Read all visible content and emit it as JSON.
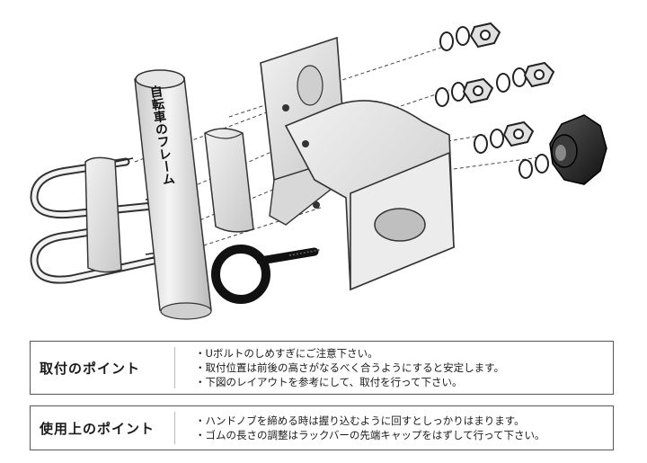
{
  "diagram": {
    "frame_label": "自転車のフレーム"
  },
  "install_points": {
    "title": "取付のポイント",
    "items": [
      "Uボルトのしめすぎにご注意下さい。",
      "取付位置は前後の高さがなるべく合うようにすると安定します。",
      "下図のレイアウトを参考にして、取付を行って下さい。"
    ]
  },
  "usage_points": {
    "title": "使用上のポイント",
    "items": [
      "ハンドノブを締める時は握り込むように回すとしっかりはまります。",
      "ゴムの長さの調整はラックバーの先端キャップをはずして行って下さい。"
    ]
  }
}
